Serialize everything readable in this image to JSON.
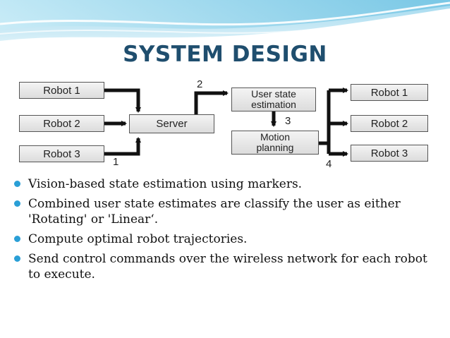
{
  "slide": {
    "title": "SYSTEM DESIGN",
    "accent_color": "#2a9fd6",
    "title_color": "#1f4e6e"
  },
  "diagram": {
    "left_robots": [
      "Robot 1",
      "Robot 2",
      "Robot 3"
    ],
    "server": "Server",
    "user_state": [
      "User state",
      "estimation"
    ],
    "motion": [
      "Motion",
      "planning"
    ],
    "right_robots": [
      "Robot 1",
      "Robot 2",
      "Robot 3"
    ],
    "step_labels": [
      "1",
      "2",
      "3",
      "4"
    ]
  },
  "bullets": [
    "Vision-based state estimation using markers.",
    "Combined user state estimates are classify the user as either 'Rotating' or 'Linear‘.",
    "Compute optimal robot trajectories.",
    "Send control commands over the wireless network for each robot to execute."
  ]
}
